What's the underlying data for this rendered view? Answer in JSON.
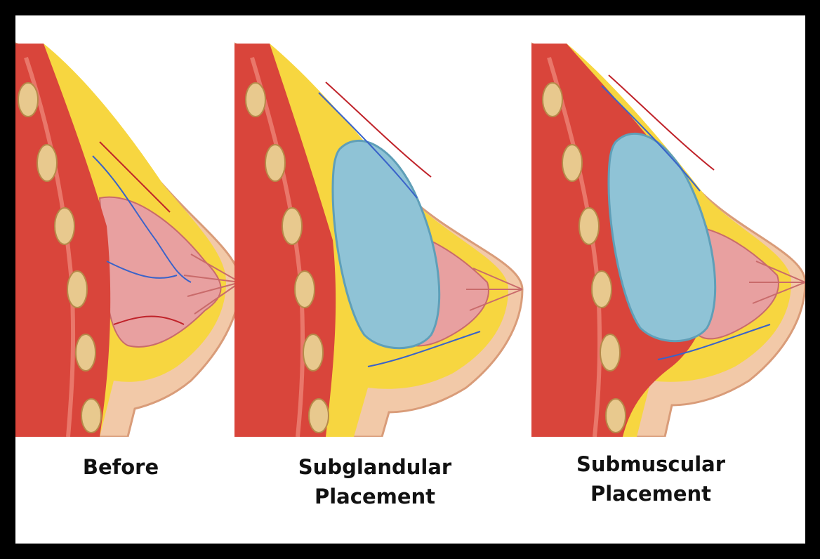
{
  "panels": [
    {
      "id": "before",
      "caption_lines": [
        "Before"
      ],
      "implant": "none"
    },
    {
      "id": "subglandular",
      "caption_lines": [
        "Subglandular",
        "Placement"
      ],
      "implant": "over-muscle"
    },
    {
      "id": "submuscular",
      "caption_lines": [
        "Submuscular",
        "Placement"
      ],
      "implant": "under-muscle"
    }
  ],
  "colors": {
    "skin": "#f2c9a8",
    "skin_edge": "#d99c79",
    "fat": "#f7d640",
    "fat_dark": "#e3b21d",
    "muscle": "#d9453b",
    "muscle_light": "#e9776a",
    "gland": "#e8a0a0",
    "implant": "#8fc3d6",
    "implant_dark": "#5f9fb8",
    "rib": "#e8c98e",
    "vein": "#3a63c9",
    "artery": "#c0232a"
  }
}
